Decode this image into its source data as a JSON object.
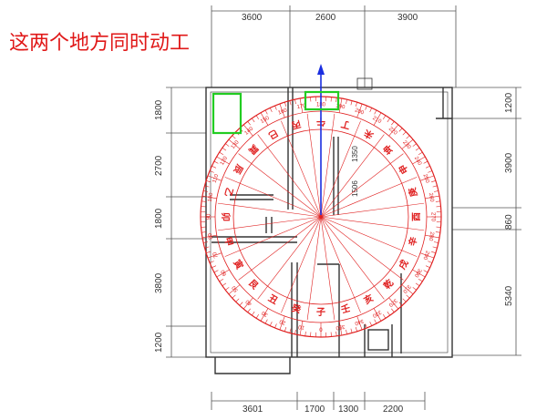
{
  "caption": "这两个地方同时动工",
  "dims": {
    "top": [
      "3600",
      "2600",
      "3900"
    ],
    "bottom": [
      "3601",
      "1700",
      "1300",
      "2200"
    ],
    "left": [
      "1800",
      "2700",
      "1800",
      "3800",
      "1200"
    ],
    "right": [
      "1200",
      "3900",
      "860",
      "5340"
    ],
    "inner": [
      "1350",
      "1506"
    ]
  },
  "compass": {
    "mountains": [
      "午",
      "丁",
      "未",
      "坤",
      "申",
      "庚",
      "酉",
      "辛",
      "戌",
      "乾",
      "亥",
      "壬",
      "子",
      "癸",
      "丑",
      "艮",
      "寅",
      "甲",
      "卯",
      "乙",
      "辰",
      "巽",
      "巳",
      "丙"
    ],
    "degree_labels": [
      "180",
      "190",
      "200",
      "210",
      "220",
      "230",
      "240",
      "250",
      "260",
      "270",
      "280",
      "290",
      "300",
      "310",
      "320",
      "330",
      "340",
      "350",
      "0",
      "10",
      "20",
      "30",
      "40",
      "50",
      "60",
      "70",
      "80",
      "90",
      "100",
      "110",
      "120",
      "130",
      "140",
      "150",
      "160",
      "170"
    ]
  },
  "colors": {
    "compass": "#e02020",
    "highlight": "#22cc22",
    "north_arrow": "#1a2ee0",
    "walls": "#333333",
    "caption": "#e01818"
  }
}
